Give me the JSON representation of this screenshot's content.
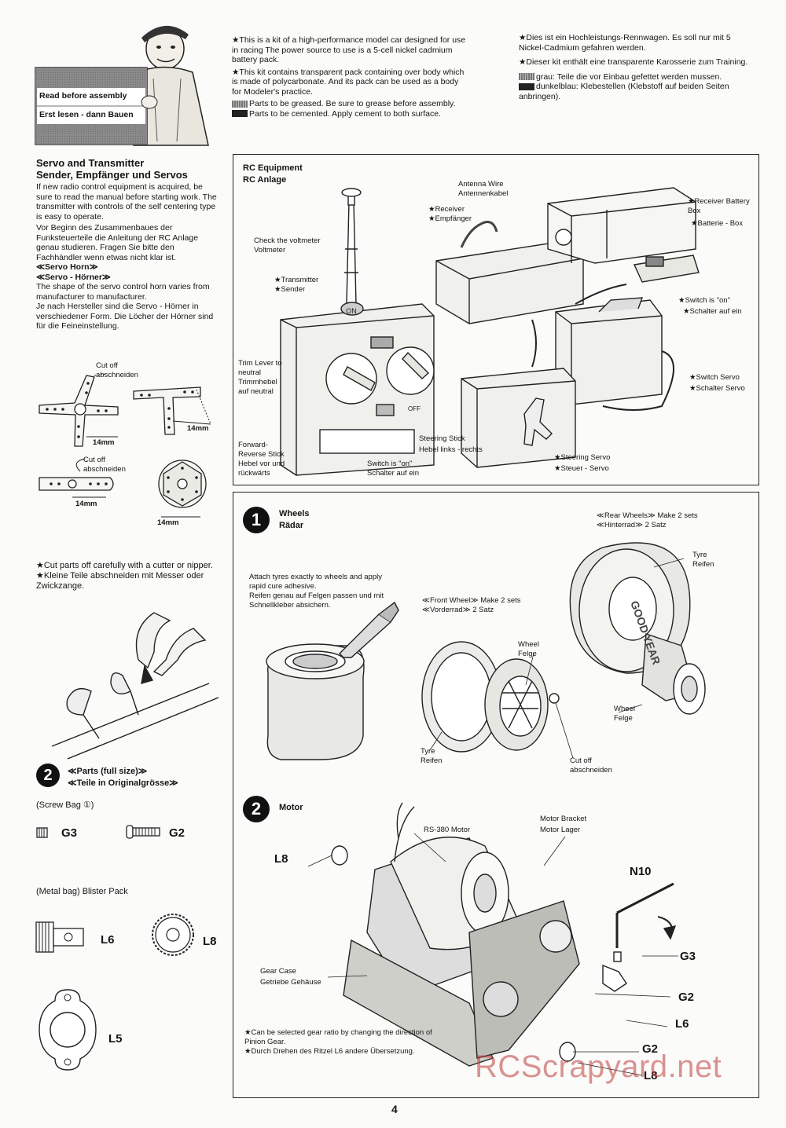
{
  "header_sign": {
    "line1": "Read before assembly",
    "line2": "Erst lesen - dann Bauen"
  },
  "intro_en": {
    "p1": "★This is a kit of a high-performance model car designed for use in racing The power source to use is a 5-cell nickel cadmium battery pack.",
    "p2": "★This kit contains transparent pack containing over body which is made of polycarbonate. And its pack can be used as a body for Modeler's practice.",
    "grease": "Parts to be greased. Be sure to grease before assembly.",
    "cement": "Parts to be cemented. Apply cement to both surface."
  },
  "intro_de": {
    "p1": "★Dies ist ein Hochleistungs-Rennwagen. Es soll nur mit 5 Nickel-Cadmium gefahren werden.",
    "p2": "★Dieser kit enthält eine transparente Karosserie zum Training.",
    "grey": "grau: Teile die vor Einbau gefettet werden mussen.",
    "blue": "dunkelblau: Klebestellen (Klebstoff auf beiden Seiten anbringen)."
  },
  "servo_section": {
    "title_en": "Servo and Transmitter",
    "title_de": "Sender, Empfänger und Servos",
    "p_en": "If new radio control equipment is acquired, be sure to read the manual before starting work. The transmitter with controls of the self centering type is easy to operate.",
    "p_de": "Vor Beginn des Zusammenbaues der Funksteuerteile die Anleitung der RC Anlage genau studieren. Fragen Sie bitte den Fachhändler wenn etwas nicht klar ist.",
    "horn_en": "≪Servo Horn≫",
    "horn_de": "≪Servo - Hörner≫",
    "horn_p_en": "The shape of the servo control horn varies from manufacturer to manufacturer.",
    "horn_p_de": "Je nach Hersteller sind die Servo - Hörner in verschiedener Form. Die Löcher der Hörner sind für die Feineinstellung.",
    "cut_off": "Cut off",
    "abschneiden": "abschneiden",
    "mm14": "14mm"
  },
  "cut_note": {
    "en": "★Cut parts off carefully with a cutter or nipper.",
    "de": "★Kleine Teile abschneiden mit Messer oder Zwickzange."
  },
  "rc_equipment": {
    "title_en": "RC Equipment",
    "title_de": "RC Anlage",
    "antenna_en": "Antenna Wire",
    "antenna_de": "Antennenkabel",
    "receiver_en": "★Receiver",
    "receiver_de": "★Empfänger",
    "battery_en": "★Receiver Battery Box",
    "battery_de": "★Batterie - Box",
    "voltmeter_en": "Check the voltmeter",
    "voltmeter_de": "Voltmeter",
    "transmitter_en": "★Transmitter",
    "transmitter_de": "★Sender",
    "switch_on_en": "★Switch is \"on\"",
    "switch_on_de": "★Schalter auf ein",
    "trim_en": "Trim Lever to neutral",
    "trim_de": "Trimmhebel auf neutral",
    "switch_servo_en": "★Switch Servo",
    "switch_servo_de": "★Schalter Servo",
    "fwd_en": "Forward-Reverse Stick",
    "fwd_de": "Hebel vor und rückwärts",
    "steer_stick_en": "Steering Stick",
    "steer_stick_de": "Hebel links - rechts",
    "tx_switch_en": "Switch is \"on\"",
    "tx_switch_de": "Schalter auf ein",
    "steer_servo_en": "★Steering Servo",
    "steer_servo_de": "★Steuer - Servo",
    "on": "ON",
    "off": "OFF"
  },
  "step1": {
    "num": "1",
    "title_en": "Wheels",
    "title_de": "Rädar",
    "rear_en": "≪Rear Wheels≫ Make 2 sets",
    "rear_de": "≪Hinterrad≫ 2 Satz",
    "tyre_en": "Tyre",
    "tyre_de": "Reifen",
    "attach_en": "Attach tyres exactly to wheels and apply rapid cure adhesive.",
    "attach_de": "Reifen genau auf Felgen passen und mit Schnellkleber absichern.",
    "front_en": "≪Front Wheel≫ Make 2 sets",
    "front_de": "≪Vorderrad≫ 2 Satz",
    "wheel_en": "Wheel",
    "wheel_de": "Felge",
    "cutoff_en": "Cut off",
    "cutoff_de": "abschneiden",
    "goodyear": "GOOD YEAR"
  },
  "parts": {
    "num": "2",
    "title_en": "≪Parts (full size)≫",
    "title_de": "≪Teile in Originalgrösse≫",
    "screw_bag": "(Screw Bag ①)",
    "metal_bag": "(Metal bag) Blister Pack",
    "g3": "G3",
    "g2": "G2",
    "l6": "L6",
    "l8": "L8",
    "l5": "L5"
  },
  "step2": {
    "num": "2",
    "title": "Motor",
    "motor": "RS-380 Motor",
    "bracket_en": "Motor Bracket",
    "bracket_de": "Motor Lager",
    "n10": "N10",
    "l8": "L8",
    "g3": "G3",
    "g2": "G2",
    "l6": "L6",
    "gear_en": "Gear Case",
    "gear_de": "Getriebe Gehäuse",
    "note_en": "★Can be selected gear ratio by changing the direction of Pinion Gear.",
    "note_de": "★Durch Drehen des Ritzel L6 andere Übersetzung."
  },
  "page_number": "4",
  "watermark": "RCScrapyard.net"
}
